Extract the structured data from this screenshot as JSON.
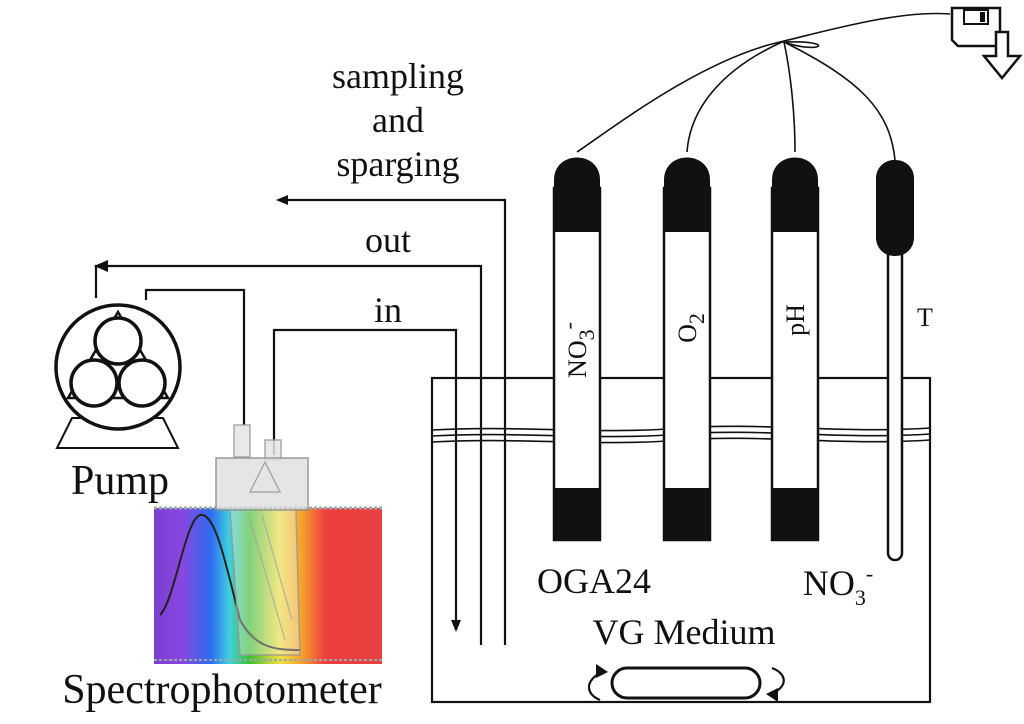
{
  "labels": {
    "sampling_line1": "sampling",
    "sampling_line2": "and",
    "sampling_line3": "sparging",
    "out": "out",
    "in": "in",
    "pump": "Pump",
    "spectrophotometer": "Spectrophotometer",
    "culture": "OGA24",
    "medium": "VG Medium",
    "nitrate_base": "NO",
    "nitrate_sub": "3",
    "nitrate_sup": "-",
    "probe_nitrate_base": "NO",
    "probe_nitrate_sub": "3",
    "probe_nitrate_sup": "-",
    "probe_oxygen_base": "O",
    "probe_oxygen_sub": "2",
    "probe_ph": "pH",
    "probe_temp": "T"
  },
  "icons": {
    "logger": "floppy-disk-download-icon",
    "stirrer": "stir-bar-icon",
    "pump": "peristaltic-pump-icon",
    "cuvette": "flow-cuvette-icon"
  },
  "colors": {
    "ink": "#111111",
    "spectrum_violet": "#7a3fd0",
    "spectrum_blue": "#2f6cf0",
    "spectrum_green": "#3fbf2f",
    "spectrum_yellow": "#f0e040",
    "spectrum_orange": "#f5a02a",
    "spectrum_red": "#ef3f3f"
  }
}
